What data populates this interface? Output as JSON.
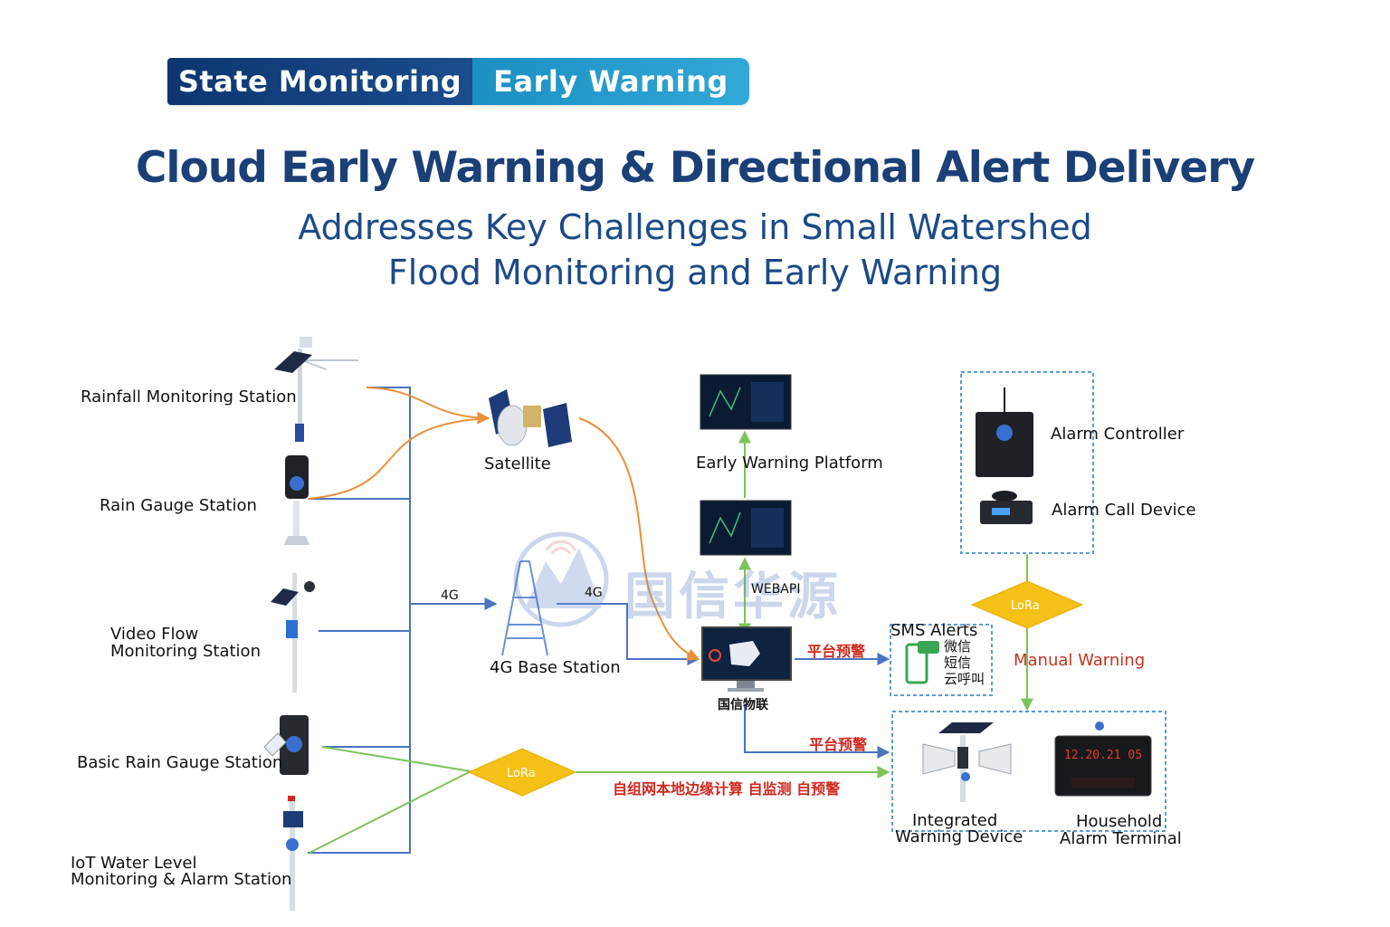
{
  "tabs": {
    "state_monitoring": "State Monitoring",
    "early_warning": "Early Warning"
  },
  "title": "Cloud Early Warning & Directional Alert Delivery",
  "subtitle_line1": "Addresses Key Challenges in Small Watershed",
  "subtitle_line2": "Flood Monitoring and Early Warning",
  "stations": {
    "rainfall": "Rainfall Monitoring Station",
    "rain_gauge": "Rain Gauge Station",
    "video_flow_line1": "Video Flow",
    "video_flow_line2": "Monitoring Station",
    "basic_rain_gauge": "Basic Rain Gauge Station",
    "iot_line1": "IoT Water Level",
    "iot_line2": "Monitoring & Alarm Station"
  },
  "nodes": {
    "satellite": "Satellite",
    "base_station": "4G Base Station",
    "early_warning_platform": "Early Warning Platform",
    "webapi": "WEBAPI",
    "guoxin_iot": "国信物联",
    "sms_alerts": "SMS Alerts",
    "sms_wechat": "微信",
    "sms_text": "短信",
    "sms_cloud_call": "云呼叫",
    "alarm_controller": "Alarm Controller",
    "alarm_call_device": "Alarm Call Device",
    "manual_warning": "Manual Warning",
    "integrated_line1": "Integrated",
    "integrated_line2": "Warning Device",
    "household_line1": "Household",
    "household_line2": "Alarm Terminal"
  },
  "edges": {
    "link_4g_left": "4G",
    "link_4g_right": "4G",
    "lora_left": "LoRa",
    "lora_right": "LoRa",
    "platform_warning_1": "平台预警",
    "platform_warning_2": "平台预警",
    "edge_computing": "自组网本地边缘计算  自监测  自预警"
  },
  "watermark": "国信华源",
  "colors": {
    "navy": "#1b3f77",
    "tab_dark": "#0d3670",
    "tab_light": "#31a8d6",
    "orange_link": "#e8913a",
    "blue_link": "#4a74c1",
    "green_link": "#7cc35a",
    "lora_yellow": "#f5c116",
    "alert_red": "#d0281e",
    "dashed_box": "#5b9bd5"
  }
}
